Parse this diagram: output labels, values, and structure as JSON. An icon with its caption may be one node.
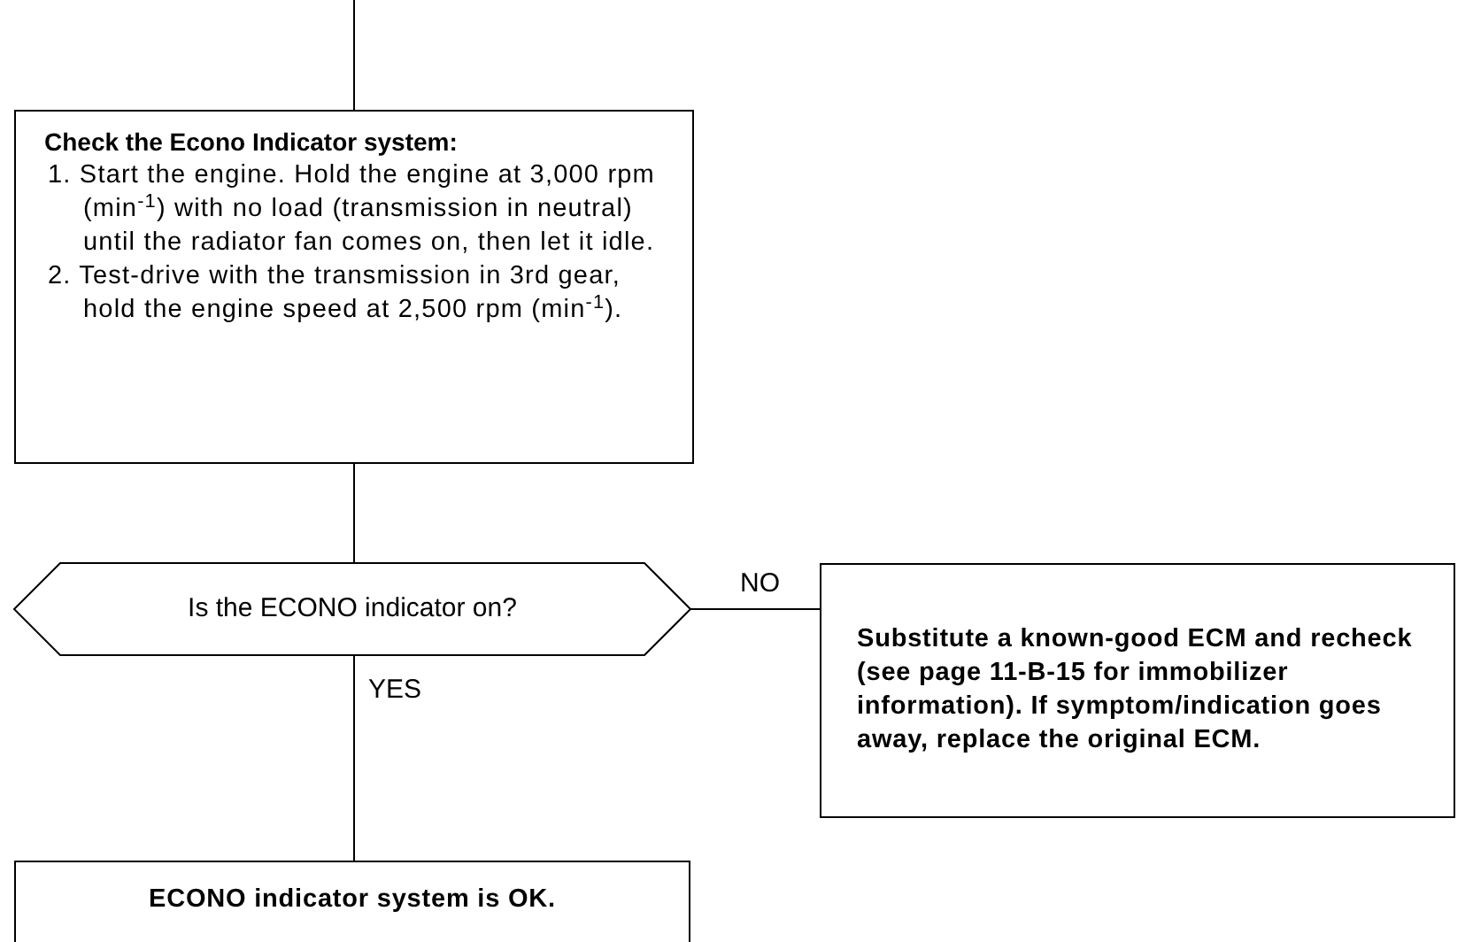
{
  "diagram": {
    "nodes": [
      {
        "text": [
          "Check the Econo Indicator system:",
          "1. Start the engine. Hold the engine at 3,000 rpm (min$^{-1}$) with no load (transmission in neutral) until the radiator fan comes on, then let it idle.",
          "2. Test-drive with the transmission in 3rd gear, hold the engine speed at 2,500 rpm (min$^{-1}$)."
        ]
      },
      {
        "text": [
          "Is the ECONO indicator on?"
        ]
      },
      {
        "text": [
          "Substitute a known-good ECM and recheck (see page 11-B-15 for immobilizer information). If symptom/indication goes away, replace the original ECM."
        ]
      },
      {
        "text": [
          "ECONO indicator system is OK."
        ]
      }
    ],
    "edges": [
      {
        "from": null,
        "to": 0,
        "arrow": "none"
      },
      {
        "from": 0,
        "to": 1,
        "arrow": "none"
      },
      {
        "from": 1,
        "to": 2,
        "arrow": "none",
        "label": "NO"
      },
      {
        "from": 1,
        "to": 3,
        "arrow": "none",
        "label": "YES"
      }
    ]
  }
}
